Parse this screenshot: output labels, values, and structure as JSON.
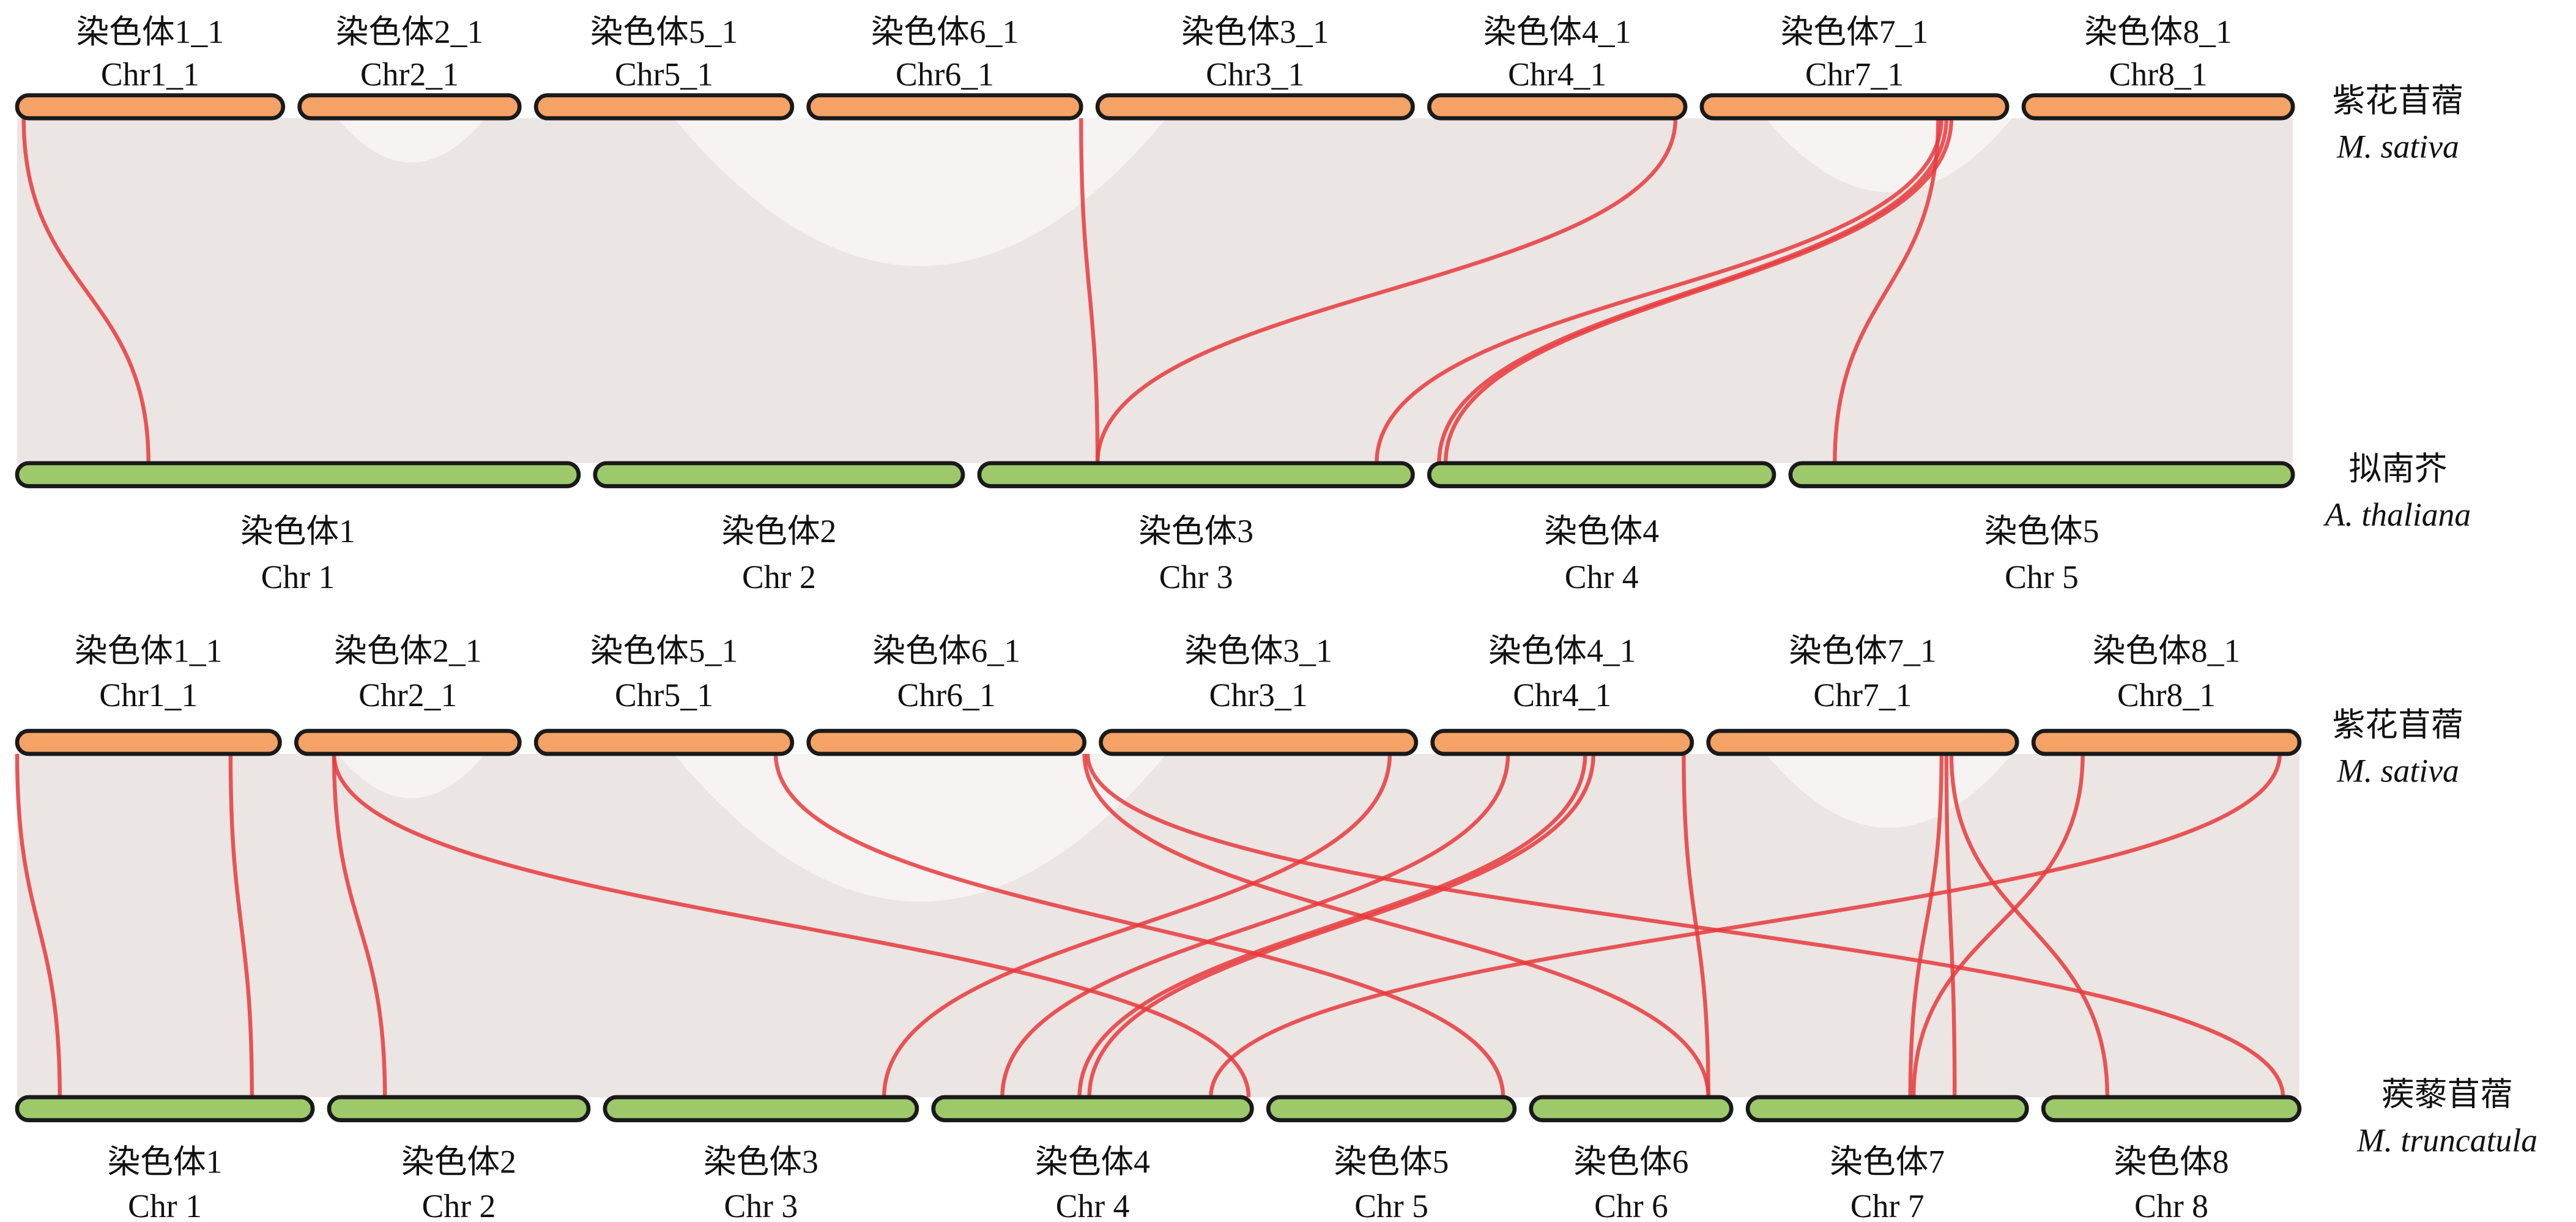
{
  "colors": {
    "sativa_bar": "#f4a266",
    "other_bar": "#9dc96b",
    "link_bg": "#ebe5e3",
    "link_highlight": "#e83a3c",
    "bar_outline": "#1a1a1a"
  },
  "panels": [
    {
      "top_species": {
        "cn": "紫花苜蓿",
        "latin": "M. sativa"
      },
      "bottom_species": {
        "cn": "拟南芥",
        "latin": "A. thaliana"
      },
      "top_chromosomes": [
        {
          "cn": "染色体1_1",
          "en": "Chr1_1"
        },
        {
          "cn": "染色体2_1",
          "en": "Chr2_1"
        },
        {
          "cn": "染色体5_1",
          "en": "Chr5_1"
        },
        {
          "cn": "染色体6_1",
          "en": "Chr6_1"
        },
        {
          "cn": "染色体3_1",
          "en": "Chr3_1"
        },
        {
          "cn": "染色体4_1",
          "en": "Chr4_1"
        },
        {
          "cn": "染色体7_1",
          "en": "Chr7_1"
        },
        {
          "cn": "染色体8_1",
          "en": "Chr8_1"
        }
      ],
      "bottom_chromosomes": [
        {
          "cn": "染色体1",
          "en": "Chr 1"
        },
        {
          "cn": "染色体2",
          "en": "Chr 2"
        },
        {
          "cn": "染色体3",
          "en": "Chr 3"
        },
        {
          "cn": "染色体4",
          "en": "Chr 4"
        },
        {
          "cn": "染色体5",
          "en": "Chr 5"
        }
      ]
    },
    {
      "top_species": {
        "cn": "紫花苜蓿",
        "latin": "M. sativa"
      },
      "bottom_species": {
        "cn": "蒺藜苜蓿",
        "latin": "M. truncatula"
      },
      "top_chromosomes": [
        {
          "cn": "染色体1_1",
          "en": "Chr1_1"
        },
        {
          "cn": "染色体2_1",
          "en": "Chr2_1"
        },
        {
          "cn": "染色体5_1",
          "en": "Chr5_1"
        },
        {
          "cn": "染色体6_1",
          "en": "Chr6_1"
        },
        {
          "cn": "染色体3_1",
          "en": "Chr3_1"
        },
        {
          "cn": "染色体4_1",
          "en": "Chr4_1"
        },
        {
          "cn": "染色体7_1",
          "en": "Chr7_1"
        },
        {
          "cn": "染色体8_1",
          "en": "Chr8_1"
        }
      ],
      "bottom_chromosomes": [
        {
          "cn": "染色体1",
          "en": "Chr 1"
        },
        {
          "cn": "染色体2",
          "en": "Chr 2"
        },
        {
          "cn": "染色体3",
          "en": "Chr 3"
        },
        {
          "cn": "染色体4",
          "en": "Chr 4"
        },
        {
          "cn": "染色体5",
          "en": "Chr 5"
        },
        {
          "cn": "染色体6",
          "en": "Chr 6"
        },
        {
          "cn": "染色体7",
          "en": "Chr 7"
        },
        {
          "cn": "染色体8",
          "en": "Chr 8"
        }
      ]
    }
  ]
}
